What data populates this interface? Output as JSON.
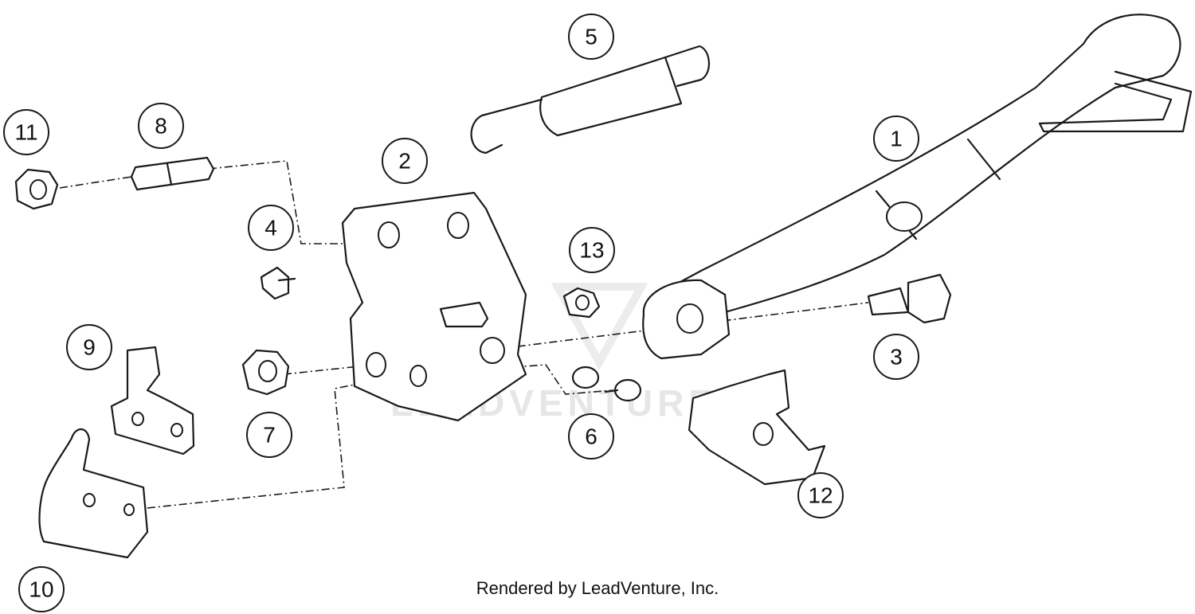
{
  "diagram": {
    "callouts": [
      {
        "id": "1",
        "label": "1"
      },
      {
        "id": "2",
        "label": "2"
      },
      {
        "id": "3",
        "label": "3"
      },
      {
        "id": "4",
        "label": "4"
      },
      {
        "id": "5",
        "label": "5"
      },
      {
        "id": "6",
        "label": "6"
      },
      {
        "id": "7",
        "label": "7"
      },
      {
        "id": "8",
        "label": "8"
      },
      {
        "id": "9",
        "label": "9"
      },
      {
        "id": "10",
        "label": "10"
      },
      {
        "id": "11",
        "label": "11"
      },
      {
        "id": "12",
        "label": "12"
      },
      {
        "id": "13",
        "label": "13"
      }
    ],
    "watermark": "LEADVENTURE",
    "credit": "Rendered by LeadVenture, Inc."
  },
  "colors": {
    "line": "#1a1a1a",
    "watermark": "#e6e6e6",
    "background": "#ffffff"
  }
}
